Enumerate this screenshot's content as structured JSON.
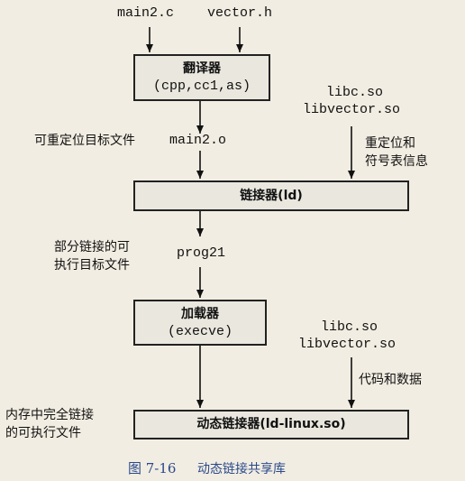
{
  "inputs": {
    "main2_c": "main2.c",
    "vector_h": "vector.h"
  },
  "translators_box": {
    "title": "翻译器",
    "subtitle": "(cpp,cc1,as)"
  },
  "libs_top": {
    "libc": "libc.so",
    "libvector": "libvector.so"
  },
  "relocatable": {
    "label": "可重定位目标文件",
    "file": "main2.o"
  },
  "reloc_symbols": {
    "line1": "重定位和",
    "line2": "符号表信息"
  },
  "linker_box": {
    "title": "链接器(ld)"
  },
  "partial": {
    "line1": "部分链接的可",
    "line2": "执行目标文件",
    "file": "prog21"
  },
  "loader_box": {
    "title": "加载器",
    "subtitle": "(execve)"
  },
  "libs_bottom": {
    "libc": "libc.so",
    "libvector": "libvector.so"
  },
  "code_data": "代码和数据",
  "in_memory": {
    "line1": "内存中完全链接",
    "line2": "的可执行文件"
  },
  "dynamic_linker_box": {
    "title": "动态链接器(ld-linux.so)"
  },
  "caption": {
    "figure": "图 7-16",
    "title": "动态链接共享库"
  },
  "colors": {
    "background": "#f2ede2",
    "box_fill": "#e9e7de",
    "caption": "#2a4a8c"
  }
}
